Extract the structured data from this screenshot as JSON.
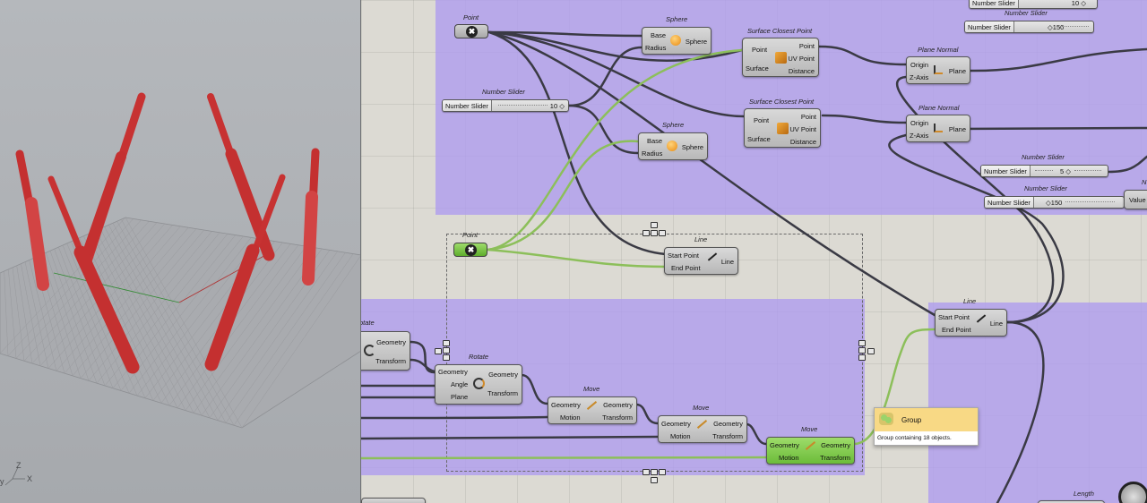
{
  "viewport": {
    "axes": {
      "z": "Z",
      "y": "y",
      "x": "X"
    },
    "colors": {
      "cylinder": "#cc3333",
      "grid": "#8d8f93"
    }
  },
  "canvas": {
    "titles": {
      "point1": "Point",
      "sphere1": "Sphere",
      "scp1": "Surface Closest Point",
      "plane_normal1": "Plane Normal",
      "number_slider_top": "Number Slider",
      "number_slider1": "Number Slider",
      "scp2": "Surface Closest Point",
      "plane_normal2": "Plane Normal",
      "sphere2": "Sphere",
      "number_slider2": "Number Slider",
      "number_slider3": "Number Slider",
      "point2": "Point",
      "line1": "Line",
      "line2": "Line",
      "rotate_left": "otate",
      "rotate": "Rotate",
      "move1": "Move",
      "move2": "Move",
      "move3": "Move",
      "length": "Length",
      "right_edge": "N"
    },
    "sliders": {
      "top0": {
        "label": "Number Slider",
        "value": "10 ◇"
      },
      "top1": {
        "label": "Number Slider",
        "value": "◇150"
      },
      "s1": {
        "label": "Number Slider",
        "value": "10 ◇"
      },
      "s2": {
        "label": "Number Slider",
        "value": "5 ◇"
      },
      "s3": {
        "label": "Number Slider",
        "value": "◇150"
      }
    },
    "components": {
      "sphere1": {
        "in": [
          "Base",
          "Radius"
        ],
        "out": [
          "Sphere"
        ]
      },
      "sphere2": {
        "in": [
          "Base",
          "Radius"
        ],
        "out": [
          "Sphere"
        ]
      },
      "scp1": {
        "in": [
          "Point",
          "Surface"
        ],
        "out": [
          "Point",
          "UV Point",
          "Distance"
        ]
      },
      "scp2": {
        "in": [
          "Point",
          "Surface"
        ],
        "out": [
          "Point",
          "UV Point",
          "Distance"
        ]
      },
      "pn1": {
        "in": [
          "Origin",
          "Z-Axis"
        ],
        "out": [
          "Plane"
        ]
      },
      "pn2": {
        "in": [
          "Origin",
          "Z-Axis"
        ],
        "out": [
          "Plane"
        ]
      },
      "line1": {
        "in": [
          "Start Point",
          "End Point"
        ],
        "out": [
          "Line"
        ]
      },
      "line2": {
        "in": [
          "Start Point",
          "End Point"
        ],
        "out": [
          "Line"
        ]
      },
      "rotate_left": {
        "out": [
          "Geometry",
          "Transform"
        ]
      },
      "rotate": {
        "in": [
          "Geometry",
          "Angle",
          "Plane"
        ],
        "out": [
          "Geometry",
          "Transform"
        ]
      },
      "move1": {
        "in": [
          "Geometry",
          "Motion"
        ],
        "out": [
          "Geometry",
          "Transform"
        ]
      },
      "move2": {
        "in": [
          "Geometry",
          "Motion"
        ],
        "out": [
          "Geometry",
          "Transform"
        ]
      },
      "move3": {
        "in": [
          "Geometry",
          "Motion"
        ],
        "out": [
          "Geometry",
          "Transform"
        ]
      },
      "value_stub": {
        "label": "Value"
      }
    },
    "tooltip": {
      "title": "Group",
      "description": "Group containing 18 objects."
    },
    "colors": {
      "group": "#b09eee",
      "wire": "#3a3a44",
      "wire_selected": "#8cbf5a",
      "component_selected": "#7cc84a",
      "tooltip_header": "#f8d985"
    }
  }
}
